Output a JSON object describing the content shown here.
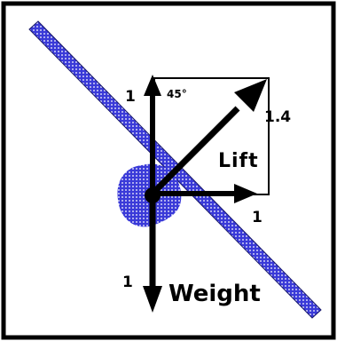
{
  "diagram": {
    "labels": {
      "vertical_component": "1",
      "angle": "45°",
      "resultant_magnitude": "1.4",
      "lift": "Lift",
      "horizontal_component": "1",
      "weight_magnitude": "1",
      "weight": "Weight"
    },
    "colors": {
      "frame": "#000000",
      "wing_fill": "#3a3ad8",
      "wing_dots": "#ffffff",
      "arrow": "#000000",
      "background": "#ffffff"
    }
  }
}
